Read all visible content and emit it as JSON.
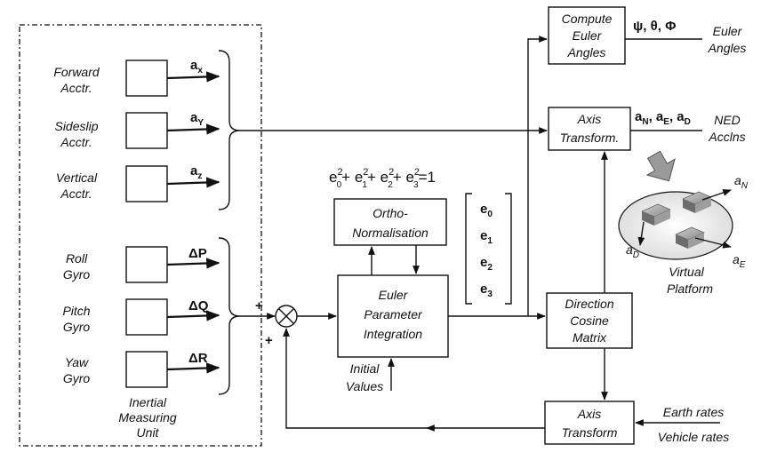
{
  "imu": {
    "sensors": [
      {
        "l1": "Forward",
        "l2": "Acctr.",
        "out": "a",
        "sub": "x"
      },
      {
        "l1": "Sideslip",
        "l2": "Acctr.",
        "out": "a",
        "sub": "Y"
      },
      {
        "l1": "Vertical",
        "l2": "Acctr.",
        "out": "a",
        "sub": "z"
      },
      {
        "l1": "Roll",
        "l2": "Gyro",
        "out": "ΔP",
        "sub": ""
      },
      {
        "l1": "Pitch",
        "l2": "Gyro",
        "out": "ΔQ",
        "sub": ""
      },
      {
        "l1": "Yaw",
        "l2": "Gyro",
        "out": "ΔR",
        "sub": ""
      }
    ],
    "label": [
      "Inertial",
      "Measuring",
      "Unit"
    ]
  },
  "blocks": {
    "ortho": [
      "Ortho-",
      "Normalisation"
    ],
    "euler_param": [
      "Euler",
      "Parameter",
      "Integration"
    ],
    "initial": [
      "Initial",
      "Values"
    ],
    "compute_euler": [
      "Compute",
      "Euler",
      "Angles"
    ],
    "axis_top": [
      "Axis",
      "Transform."
    ],
    "dcm": [
      "Direction",
      "Cosine",
      "Matrix"
    ],
    "axis_bottom": [
      "Axis",
      "Transform"
    ]
  },
  "equation": {
    "base": "e",
    "subs": [
      "0",
      "1",
      "2",
      "3"
    ],
    "sup": "2",
    "rhs": "=1"
  },
  "params": [
    "e",
    "e",
    "e",
    "e"
  ],
  "params_sub": [
    "0",
    "1",
    "2",
    "3"
  ],
  "outputs": {
    "euler_symbols": "ψ, θ, Φ",
    "euler_label": [
      "Euler",
      "Angles"
    ],
    "ned_symbols": [
      "a",
      "N",
      ", a",
      "E",
      ", a",
      "D"
    ],
    "ned_label": [
      "NED",
      "Acclns"
    ]
  },
  "platform": {
    "label": [
      "Virtual",
      "Platform"
    ],
    "axes": [
      "a",
      "N",
      "a",
      "D",
      "a",
      "E"
    ]
  },
  "inputs": [
    "Earth rates",
    "Vehicle rates"
  ],
  "signs": [
    "+",
    "+"
  ]
}
